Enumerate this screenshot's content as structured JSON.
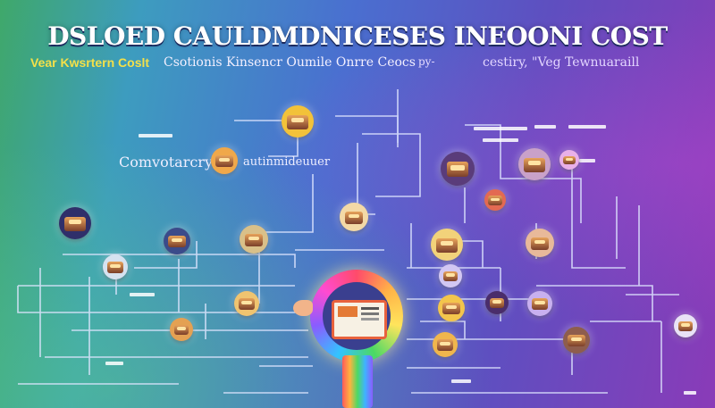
{
  "title": "DSLOED CAULDMDNICESES INEOONI COST",
  "subtitles": [
    "Vear Kwsrtern Coslt",
    "Csotionis Kinsencr Oumile Onrre Ceocs",
    "py-",
    "cestiry, \"Veg Tewnuaraill"
  ],
  "labels": [
    "Comvotarcry",
    "autinmideuuer"
  ],
  "colors": {
    "hub_ring": "#ffb347",
    "wire": "#dde6ff"
  }
}
